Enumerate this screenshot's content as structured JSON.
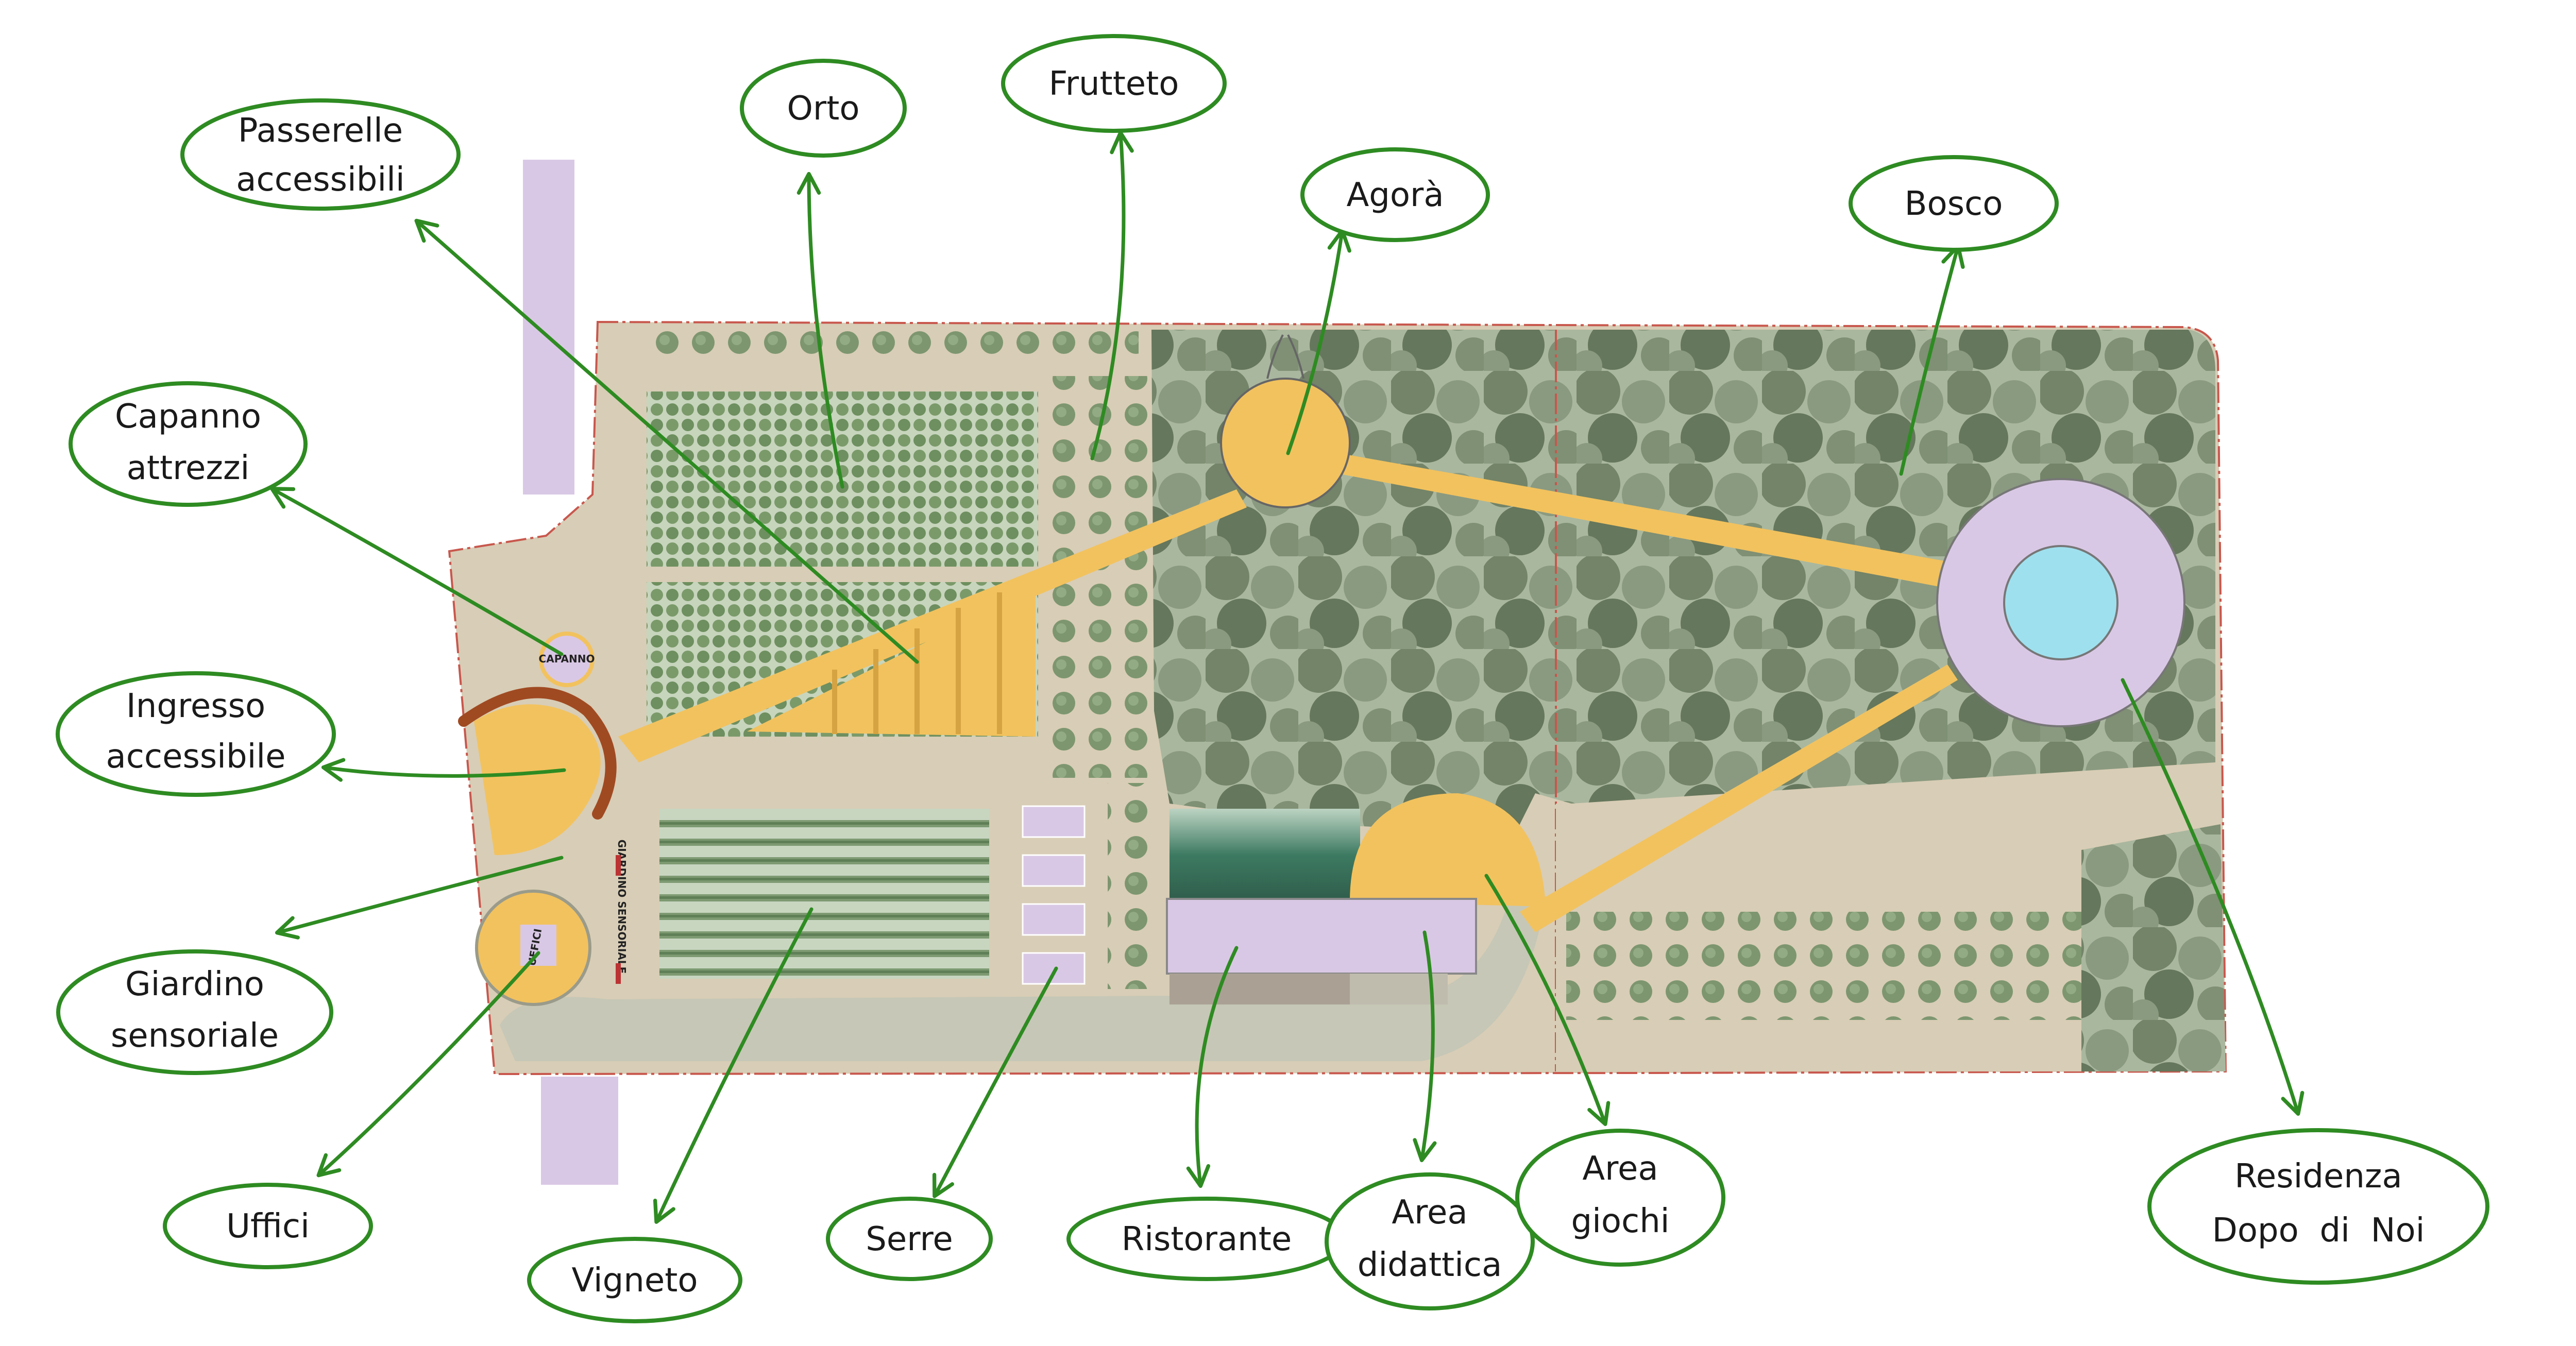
{
  "colors": {
    "accent": "#2e8b22",
    "path": "#f2c25e",
    "building": "#d7c3e3",
    "ground": "#d7cdb7",
    "lawn": "#bccdb0",
    "tree_dark": "#6f7f66",
    "tree_light": "#93a58a",
    "water": "#9fe0ee"
  },
  "labels": {
    "passerelle": [
      "Passerelle",
      "accessibili"
    ],
    "orto": [
      "Orto"
    ],
    "frutteto": [
      "Frutteto"
    ],
    "agora": [
      "Agorà"
    ],
    "bosco": [
      "Bosco"
    ],
    "capanno": [
      "Capanno",
      "attrezzi"
    ],
    "ingresso": [
      "Ingresso",
      "accessibile"
    ],
    "giardino": [
      "Giardino",
      "sensoriale"
    ],
    "uffici": [
      "Uffici"
    ],
    "vigneto": [
      "Vigneto"
    ],
    "serre": [
      "Serre"
    ],
    "ristorante": [
      "Ristorante"
    ],
    "didattica": [
      "Area",
      "didattica"
    ],
    "giochi": [
      "Area",
      "giochi"
    ],
    "residenza": [
      "Residenza",
      "Dopo  di  Noi"
    ]
  },
  "map_text": {
    "capanno": "CAPANNO",
    "giardino": "GIARDINO SENSORIALE",
    "uffici": "UFFICI"
  }
}
